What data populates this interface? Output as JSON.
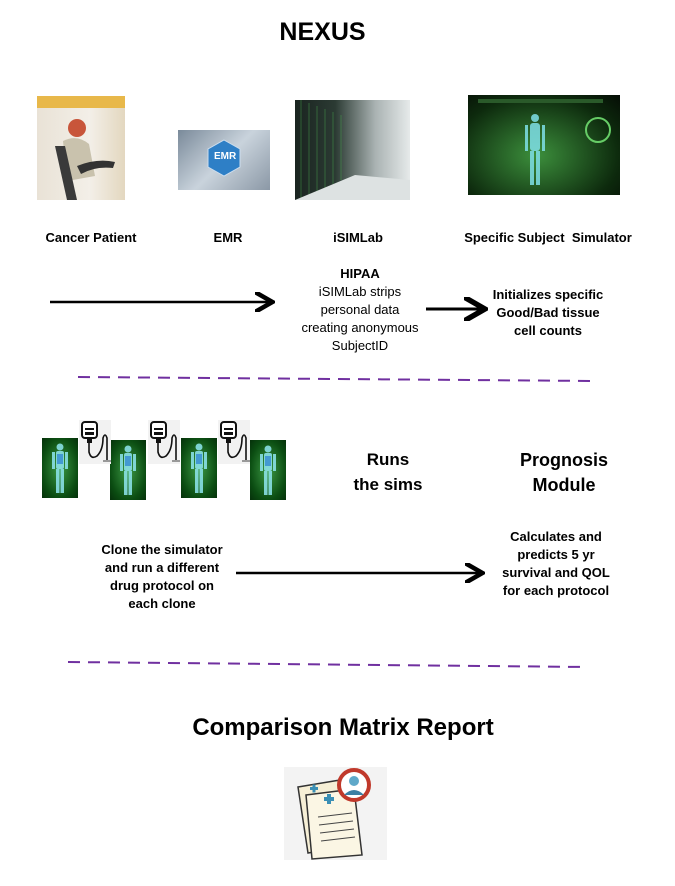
{
  "title": "NEXUS",
  "row1": {
    "labels": [
      "Cancer Patient",
      "EMR",
      "iSIMLab",
      "Specific Subject  Simulator"
    ],
    "emr_badge": "EMR"
  },
  "hipaa": {
    "heading": "HIPAA",
    "lines": [
      "iSIMLab strips",
      "personal data",
      "creating anonymous",
      "SubjectID"
    ]
  },
  "initializes": {
    "lines": [
      "Initializes specific",
      "Good/Bad tissue",
      "cell counts"
    ]
  },
  "runs": {
    "lines": [
      "Runs",
      "the sims"
    ]
  },
  "prognosis": {
    "lines": [
      "Prognosis",
      "Module"
    ]
  },
  "clone": {
    "lines": [
      "Clone the simulator",
      "and run a different",
      "drug protocol on",
      "each clone"
    ]
  },
  "calculates": {
    "lines": [
      "Calculates and",
      "predicts 5 yr",
      "survival and QOL",
      "for each protocol"
    ]
  },
  "report_title": "Comparison Matrix Report",
  "colors": {
    "divider": "#7030a0",
    "sim_green": "#0b4d12"
  }
}
